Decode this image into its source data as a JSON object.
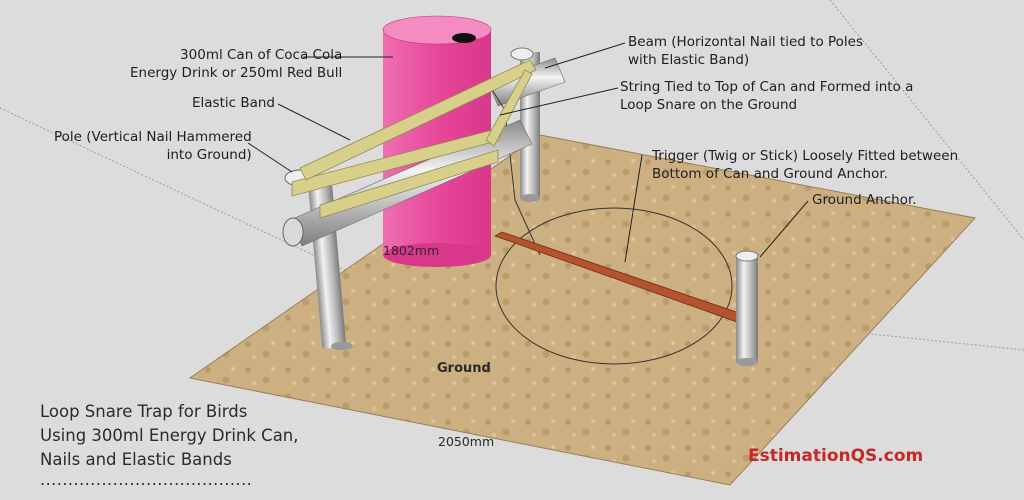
{
  "callouts": {
    "can": "300ml Can of Coca Cola\nEnergy Drink or 250ml Red Bull",
    "elastic": "Elastic Band",
    "pole": "Pole (Vertical Nail Hammered\ninto Ground)",
    "beam": "Beam (Horizontal Nail tied to Poles\nwith Elastic Band)",
    "string": "String Tied to Top of Can and Formed into a\nLoop Snare on the Ground",
    "trigger": "Trigger (Twig or Stick) Loosely Fitted between\nBottom of Can and Ground Anchor.",
    "anchor": "Ground Anchor."
  },
  "labels": {
    "ground": "Ground",
    "dim_1802": "1802mm",
    "dim_2050": "2050mm"
  },
  "title": "Loop Snare Trap for Birds\nUsing 300ml Energy Drink Can,\nNails and Elastic Bands",
  "title_dots": "......................................",
  "brand": "EstimationQS.com",
  "colors": {
    "can": "#e8479a",
    "elastic": "#d8d08a",
    "trigger": "#b5532e",
    "ground": "#c9ab79",
    "brand": "#c62828"
  }
}
